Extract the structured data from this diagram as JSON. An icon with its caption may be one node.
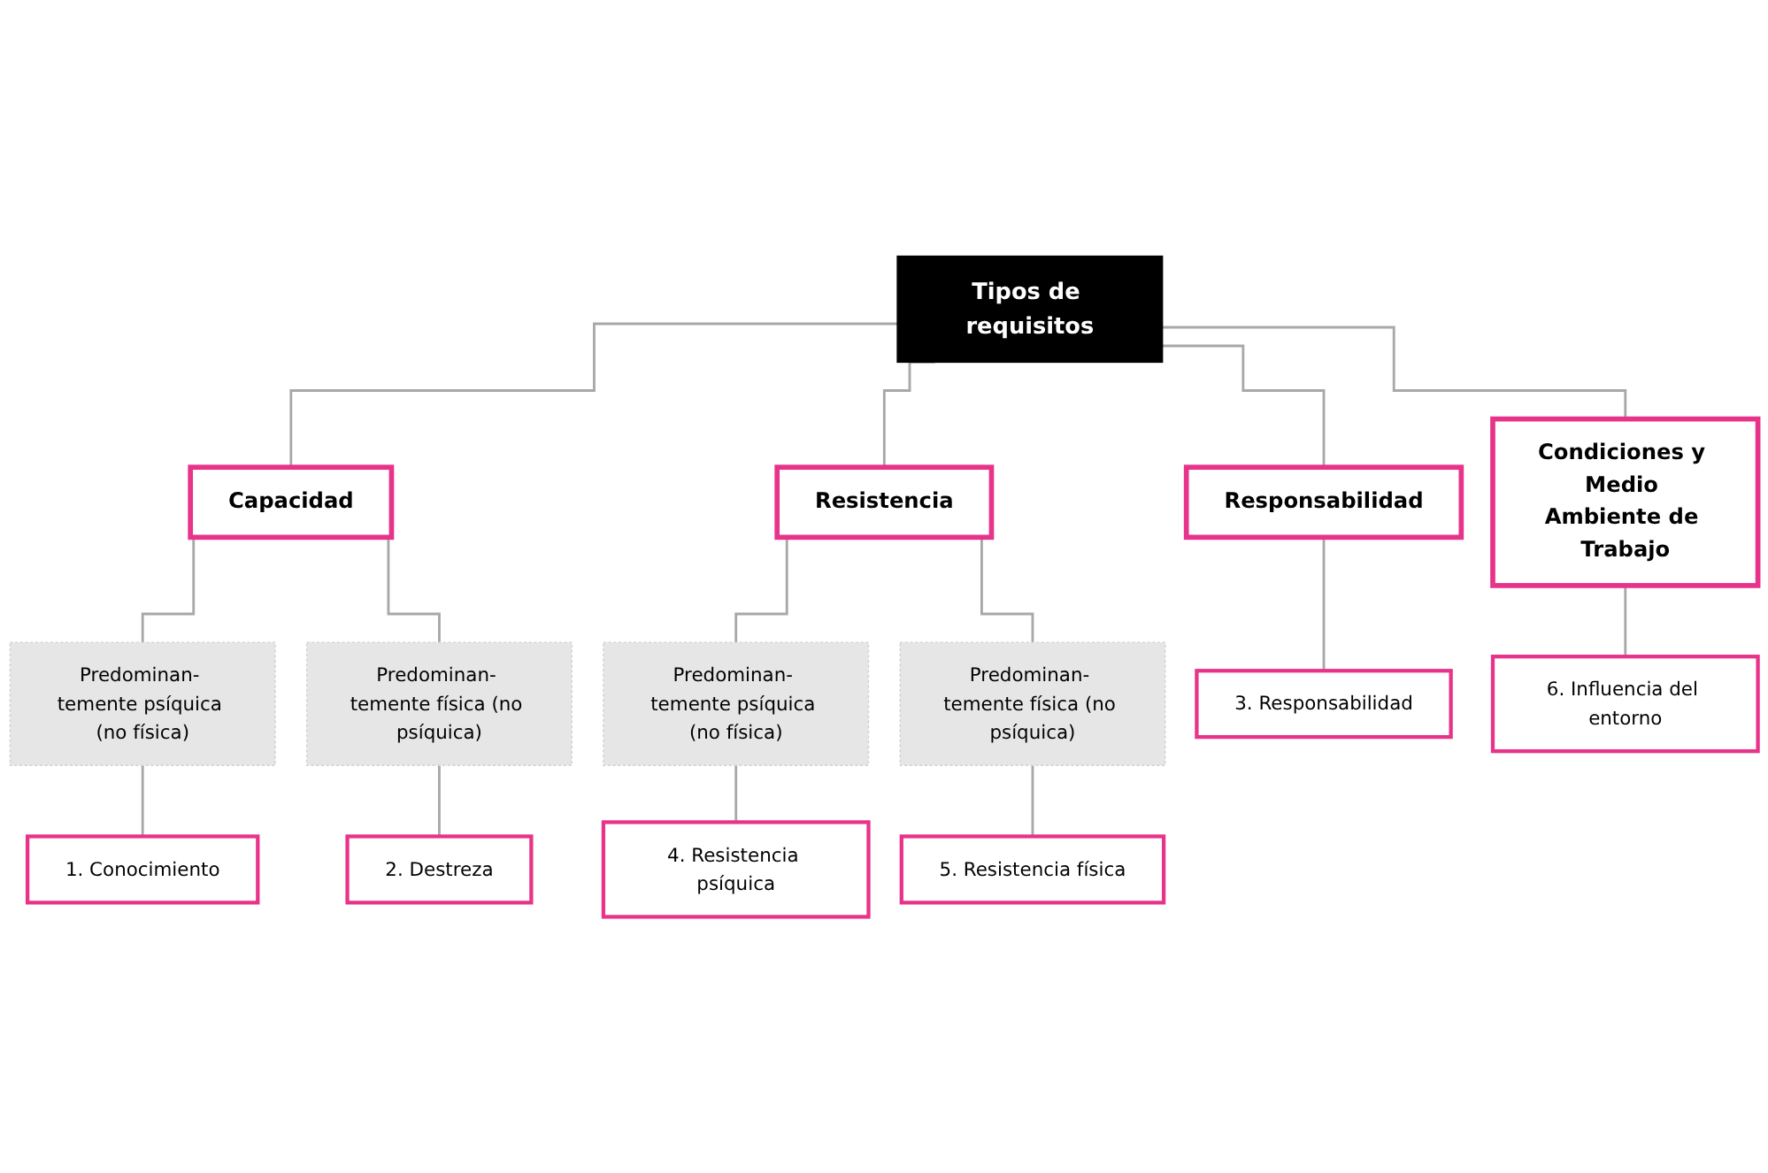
{
  "diagram": {
    "nodes": [
      {
        "text": [
          "Tipos de requisitos"
        ]
      },
      {
        "text": [
          "Capacidad"
        ]
      },
      {
        "text": [
          "Responsabilidad"
        ]
      },
      {
        "text": [
          "Resistencia"
        ]
      },
      {
        "text": [
          "Condiciones y Medio Ambiente de Trabajo"
        ]
      },
      {
        "text": [
          "Predominan- temente psíquica (no física)"
        ]
      },
      {
        "text": [
          "Predominan- temente física (no psíquica)"
        ]
      },
      {
        "text": [
          "Predominan- temente psíquica (no física)"
        ]
      },
      {
        "text": [
          "Predominan- temente física (no psíquica)"
        ]
      },
      {
        "text": [
          "1. Conocimiento"
        ]
      },
      {
        "text": [
          "2. Destreza"
        ]
      },
      {
        "text": [
          "3. Responsabilidad"
        ]
      },
      {
        "text": [
          "4. Resistencia psíquica"
        ]
      },
      {
        "text": [
          "5. Resistencia física"
        ]
      },
      {
        "text": [
          "6. Influencia del entorno"
        ]
      }
    ],
    "edges": [
      {
        "from": 0,
        "to": 1,
        "arrow": "none"
      },
      {
        "from": 0,
        "to": 2,
        "arrow": "none"
      },
      {
        "from": 0,
        "to": 3,
        "arrow": "none"
      },
      {
        "from": 0,
        "to": 4,
        "arrow": "none"
      },
      {
        "from": 1,
        "to": 5,
        "arrow": "none"
      },
      {
        "from": 1,
        "to": 6,
        "arrow": "none"
      },
      {
        "from": 3,
        "to": 7,
        "arrow": "none"
      },
      {
        "from": 3,
        "to": 8,
        "arrow": "none"
      },
      {
        "from": 5,
        "to": 9,
        "arrow": "none"
      },
      {
        "from": 6,
        "to": 10,
        "arrow": "none"
      },
      {
        "from": 2,
        "to": 11,
        "arrow": "none"
      },
      {
        "from": 7,
        "to": 12,
        "arrow": "none"
      },
      {
        "from": 8,
        "to": 13,
        "arrow": "none"
      },
      {
        "from": 4,
        "to": 14,
        "arrow": "none"
      }
    ]
  }
}
